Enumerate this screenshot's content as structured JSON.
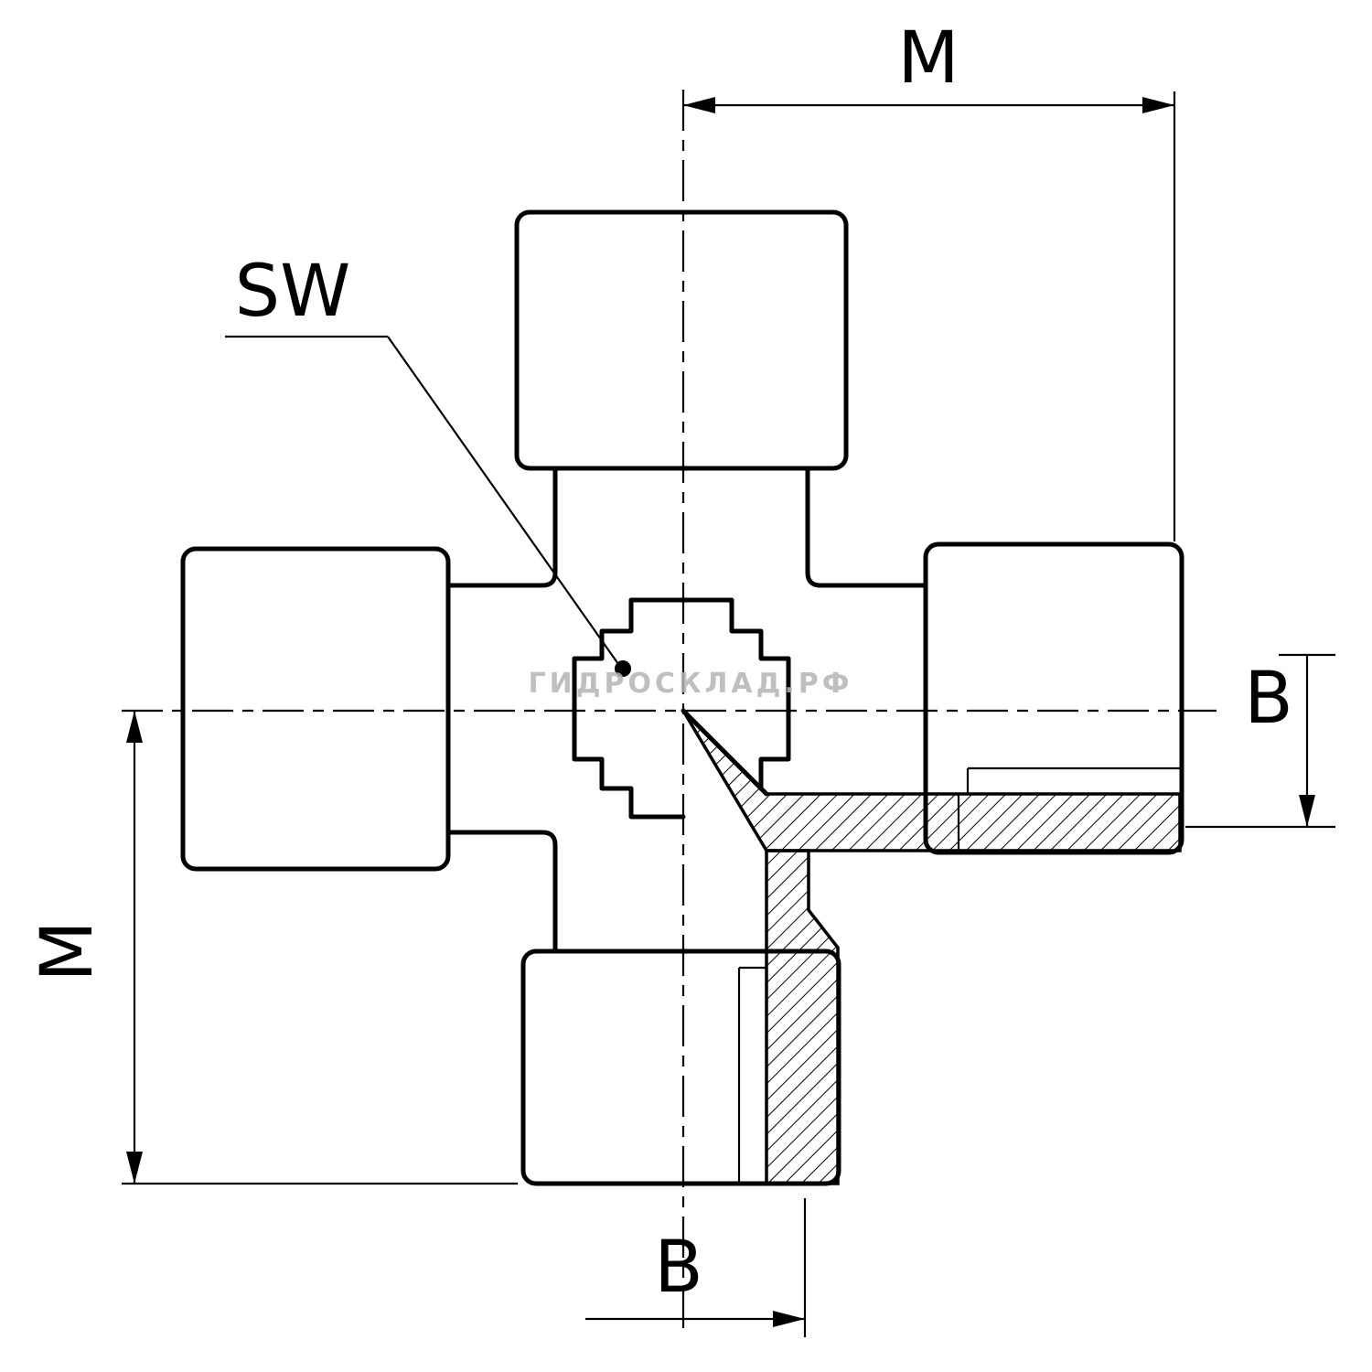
{
  "drawing": {
    "type": "technical-drawing-cross-fitting",
    "labels": {
      "dim_top": "M",
      "dim_left": "M",
      "dim_right": "B",
      "dim_bottom": "B",
      "wrench_flats": "SW"
    },
    "watermark": "ГИДРОСКЛАД.РФ",
    "colors": {
      "line": "#000000",
      "watermark": "#b4b4b4",
      "background": "#ffffff"
    }
  }
}
